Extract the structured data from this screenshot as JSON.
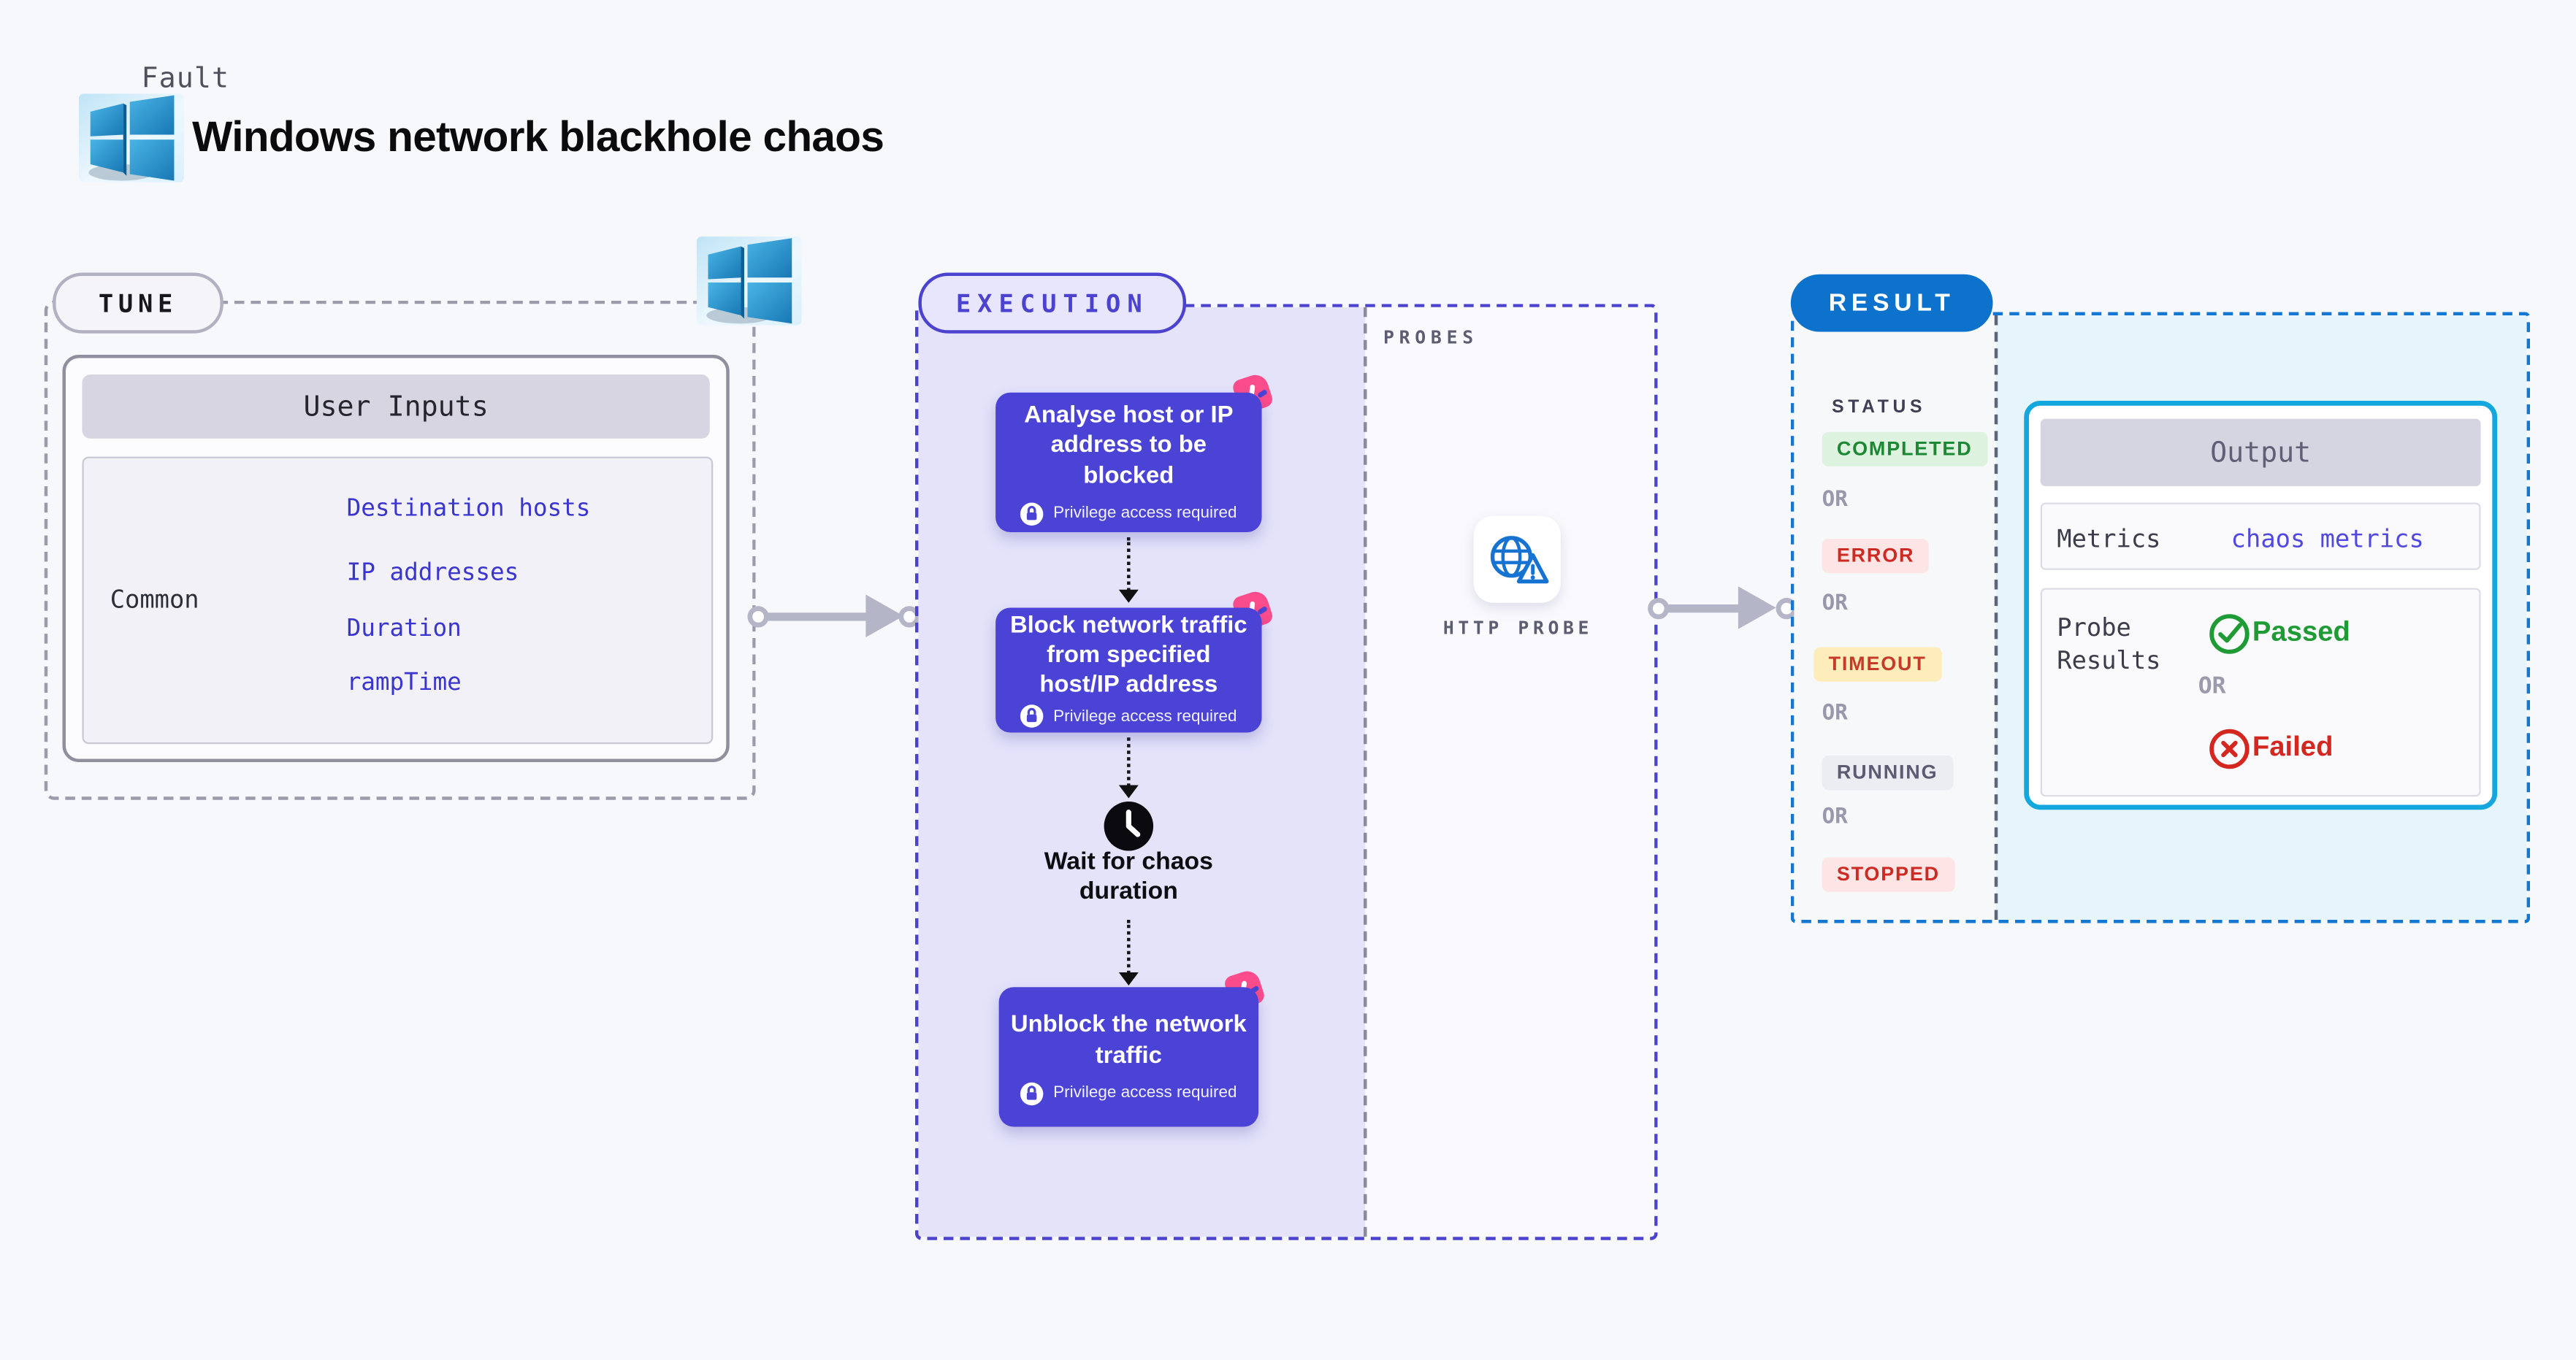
{
  "header": {
    "kicker": "Fault",
    "title": "Windows network blackhole chaos"
  },
  "tune": {
    "pill": "TUNE",
    "table_header": "User Inputs",
    "row_label": "Common",
    "links": [
      "Destination hosts",
      "IP addresses",
      "Duration",
      "rampTime"
    ]
  },
  "execution": {
    "pill": "EXECUTION",
    "nodes": [
      {
        "title": "Analyse host or IP address to be blocked",
        "badge": "Privilege access required"
      },
      {
        "title": "Block network traffic from specified host/IP address",
        "badge": "Privilege access required"
      },
      {
        "title": "Unblock the network traffic",
        "badge": "Privilege access required"
      }
    ],
    "wait_label": "Wait for chaos duration"
  },
  "probes": {
    "section_label": "PROBES",
    "probe_label": "HTTP PROBE"
  },
  "result": {
    "pill": "RESULT",
    "status_label": "STATUS",
    "or_label": "OR",
    "statuses": [
      {
        "label": "COMPLETED",
        "kind": "success"
      },
      {
        "label": "ERROR",
        "kind": "danger"
      },
      {
        "label": "TIMEOUT",
        "kind": "warning"
      },
      {
        "label": "RUNNING",
        "kind": "neutral"
      },
      {
        "label": "STOPPED",
        "kind": "danger"
      }
    ],
    "output": {
      "title": "Output",
      "metrics_label": "Metrics",
      "metrics_value": "chaos metrics",
      "probe_results_label": "Probe Results",
      "passed": "Passed",
      "or": "OR",
      "failed": "Failed"
    }
  },
  "colors": {
    "page_bg": "#f7f8fc",
    "execution_accent": "#4b43ce",
    "execution_fill": "#e4e3fa",
    "node_purple": "#4b42d6",
    "node_spark_pink": "#fb4d8b",
    "result_accent": "#1478d3",
    "result_pill": "#0d72cb",
    "output_border": "#14a7de",
    "success_green": "#1f9b35",
    "fail_red": "#d3271f",
    "link_indigo": "#3a35cf",
    "windows_blue": "#2b9fd8"
  }
}
